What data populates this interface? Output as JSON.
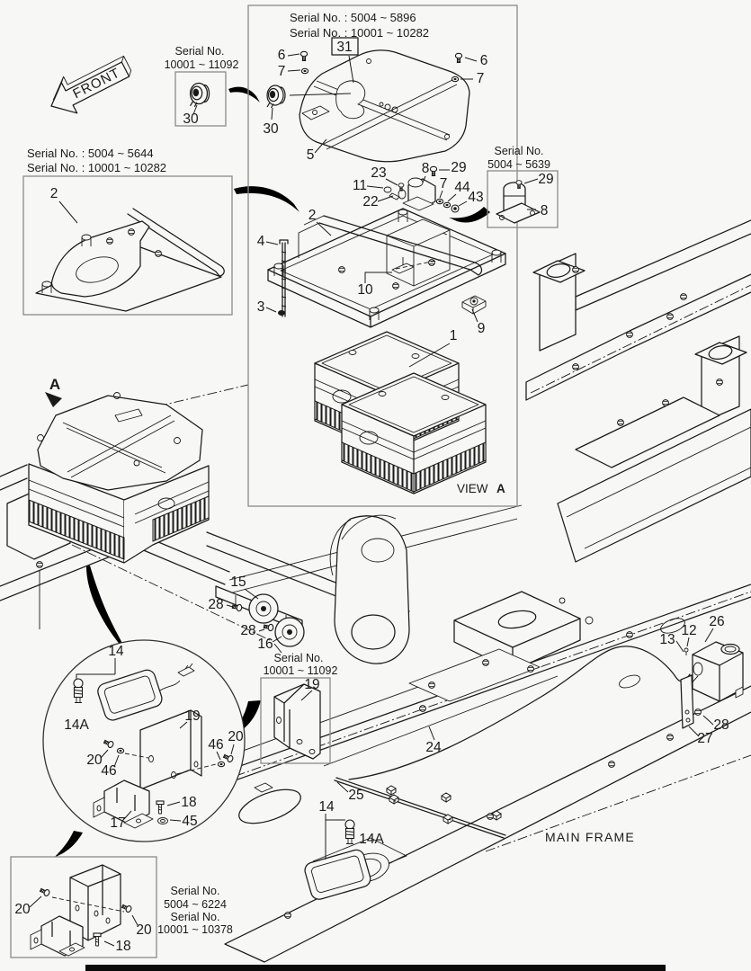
{
  "figure": {
    "kind": "exploded-parts-diagram",
    "labels": {
      "front": "FRONT",
      "view_marker": "A",
      "view_caption_word": "VIEW",
      "view_caption_letter": "A",
      "main_frame": "MAIN FRAME"
    }
  },
  "colors": {
    "background": "#f7f7f5",
    "line_art": "#1a1a1a",
    "inset_border": "#8a8a8a",
    "arrow_black": "#000000"
  },
  "serials": {
    "top_cover": [
      "Serial No. : 5004 ~ 5896",
      "Serial No. : 10001 ~ 10282"
    ],
    "grommet": [
      "Serial No.",
      "10001 ~ 11092"
    ],
    "tray": [
      "Serial No. : 5004 ~ 5644",
      "Serial No. : 10001 ~ 10282"
    ],
    "relay": [
      "Serial No.",
      "5004 ~ 5639"
    ],
    "horn_bracket": [
      "Serial No.",
      "10001 ~ 11092"
    ],
    "lamp_bracket": [
      "Serial No.",
      "5004 ~ 6224",
      "Serial No.",
      "10001 ~ 10378"
    ]
  },
  "parts": {
    "p1": "1",
    "p2": "2",
    "p3": "3",
    "p4": "4",
    "p5": "5",
    "p6": "6",
    "p7": "7",
    "p8": "8",
    "p9": "9",
    "p10": "10",
    "p11": "11",
    "p12": "12",
    "p13": "13",
    "p14": "14",
    "p14a": "14A",
    "p15": "15",
    "p16": "16",
    "p17": "17",
    "p18": "18",
    "p19": "19",
    "p20": "20",
    "p22": "22",
    "p23": "23",
    "p24": "24",
    "p25": "25",
    "p26": "26",
    "p27": "27",
    "p28": "28",
    "p29": "29",
    "p30": "30",
    "p31": "31",
    "p43": "43",
    "p44": "44",
    "p45": "45",
    "p46": "46"
  }
}
